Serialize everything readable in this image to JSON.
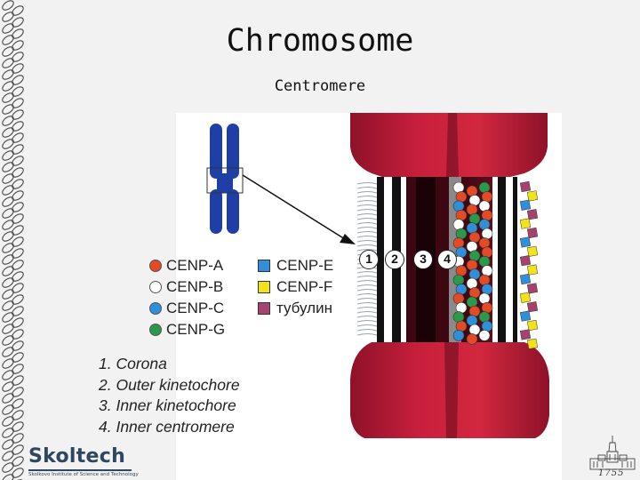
{
  "slide": {
    "title": "Chromosome",
    "subtitle": "Centromere"
  },
  "legend": {
    "proteins": [
      {
        "label": "CENP-A",
        "color": "#e34a26",
        "shape": "circle"
      },
      {
        "label": "CENP-B",
        "color": "#ffffff",
        "shape": "circle"
      },
      {
        "label": "CENP-C",
        "color": "#2f8fd8",
        "shape": "circle"
      },
      {
        "label": "CENP-G",
        "color": "#2a9a4a",
        "shape": "circle"
      },
      {
        "label": "CENP-E",
        "color": "#2f8fd8",
        "shape": "square"
      },
      {
        "label": "CENP-F",
        "color": "#f2e21a",
        "shape": "square"
      },
      {
        "label": "тубулин",
        "color": "#a6426e",
        "shape": "square"
      }
    ]
  },
  "layer_numbers": [
    "1",
    "2",
    "3",
    "4"
  ],
  "layers": [
    "1. Corona",
    "2. Outer kinetochore",
    "3. Inner kinetochore",
    "4. Inner centromere"
  ],
  "logo": {
    "name": "Skoltech",
    "tagline": "Skolkovo Institute of Science and Technology"
  },
  "emblem": {
    "year": "1755"
  },
  "colors": {
    "chromatid": "#c41f3b",
    "chromosome_icon": "#1f3fa6",
    "background": "#f2f2f2"
  }
}
